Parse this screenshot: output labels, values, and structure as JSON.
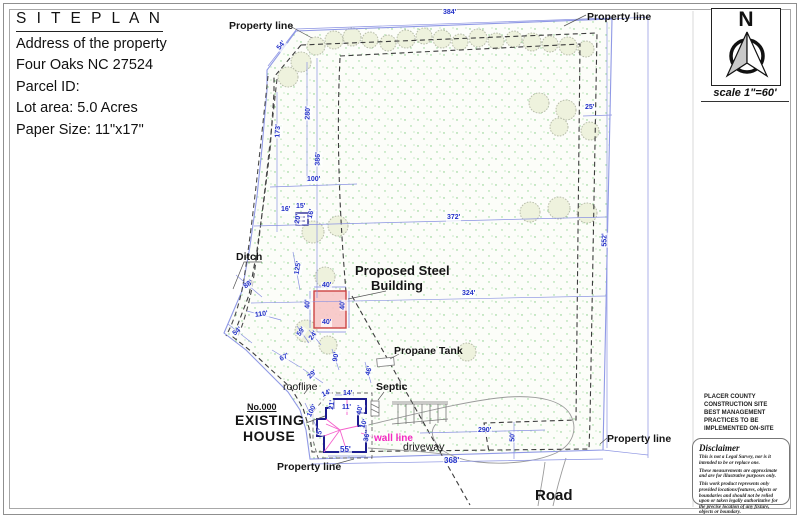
{
  "title_block": {
    "title": "S I T E  P L A N",
    "address_label": "Address of the property",
    "city": "Four Oaks NC 27524",
    "parcel": "Parcel ID:",
    "lot_area": "Lot area: 5.0 Acres",
    "paper_size": "Paper Size: 11\"x17\""
  },
  "compass": {
    "north": "N",
    "scale": "scale 1\"=60'"
  },
  "labels": {
    "property_line": "Property line",
    "ditch": "Ditch",
    "proposed_building_1": "Proposed Steel",
    "proposed_building_2": "Building",
    "propane_tank": "Propane Tank",
    "septic": "Septic",
    "roofline": "roofline",
    "house_number": "No.000",
    "existing_house_1": "EXISTING",
    "existing_house_2": "HOUSE",
    "wall_line": "wall line",
    "driveway": "driveway",
    "road": "Road"
  },
  "dims": {
    "top_384": "384'",
    "corner_54": "54'",
    "right_25": "25'",
    "right_552": "552'",
    "left_280": "280'",
    "left_173": "173'",
    "left_386": "386'",
    "h_100": "100'",
    "h_372": "372'",
    "h_324": "324'",
    "ditch_88": "88'",
    "ditch_110": "110'",
    "ditch_54": "54'",
    "ditch_125": "125'",
    "ditch_67": "67'",
    "ditch_29": "29'",
    "gap_59": "59'",
    "gap_24": "24'",
    "gap_90": "90'",
    "gap_46": "46'",
    "bldg_top_40": "40'",
    "bldg_bottom_40": "40'",
    "bldg_left_40": "40'",
    "bldg_right_40": "40'",
    "well_16a": "16'",
    "well_15": "15'",
    "well_16b": "16'",
    "well_20": "20'",
    "house_14a": "14'",
    "house_14b": "14'",
    "house_21": "21'",
    "house_11": "11'",
    "house_40": "40'",
    "house_10": "10'",
    "house_36": "36'",
    "house_5": "5'",
    "house_55": "55'",
    "roofline_100": "100'",
    "drive_290": "290'",
    "drive_50": "50'",
    "bottom_368": "368'"
  },
  "notes": {
    "bmp_lines": [
      "PLACER COUNTY",
      "CONSTRUCTION SITE",
      "BEST MANAGEMENT",
      "PRACTICES TO BE",
      "IMPLEMENTED ON-SITE"
    ],
    "disclaimer_title": "Disclaimer",
    "disclaimer_p1": "This is not a Legal Survey, nor is it intended to be or replace one.",
    "disclaimer_p2": "These measurements are approximate and are for illustrative purposes only.",
    "disclaimer_p3": "This work product represents only provided locations/features, objects or boundaries and should not be relied upon or taken legally authoritative for the precise location of any fixture, objects or boundary."
  },
  "colors": {
    "dimension_blue": "#2331c8",
    "boundary_blue": "#9099e6",
    "setback_gray": "#3c3c3c",
    "building_fill": "#f7c5c5",
    "building_stroke": "#cc4444",
    "house_navy": "#1c1c8f",
    "wall_pink": "#f561cc",
    "stipple_green": "#7cc97c",
    "tree_fill": "#eef2dd"
  }
}
